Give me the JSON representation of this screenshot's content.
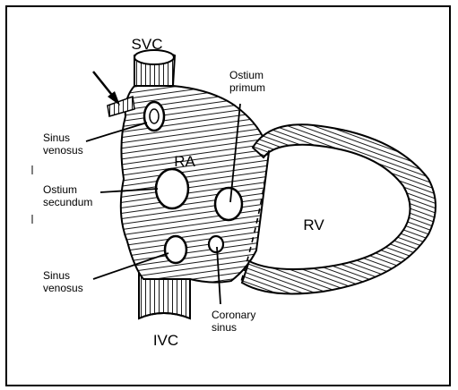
{
  "labels": {
    "svc": "SVC",
    "ivc": "IVC",
    "ra": "RA",
    "rv": "RV",
    "sinus_venosus_upper": [
      "Sinus",
      "venosus"
    ],
    "sinus_venosus_lower": [
      "Sinus",
      "venosus"
    ],
    "ostium_secundum": [
      "Ostium",
      "secundum"
    ],
    "ostium_primum": [
      "Ostium",
      "primum"
    ],
    "coronary_sinus": [
      "Coronary",
      "sinus"
    ]
  }
}
